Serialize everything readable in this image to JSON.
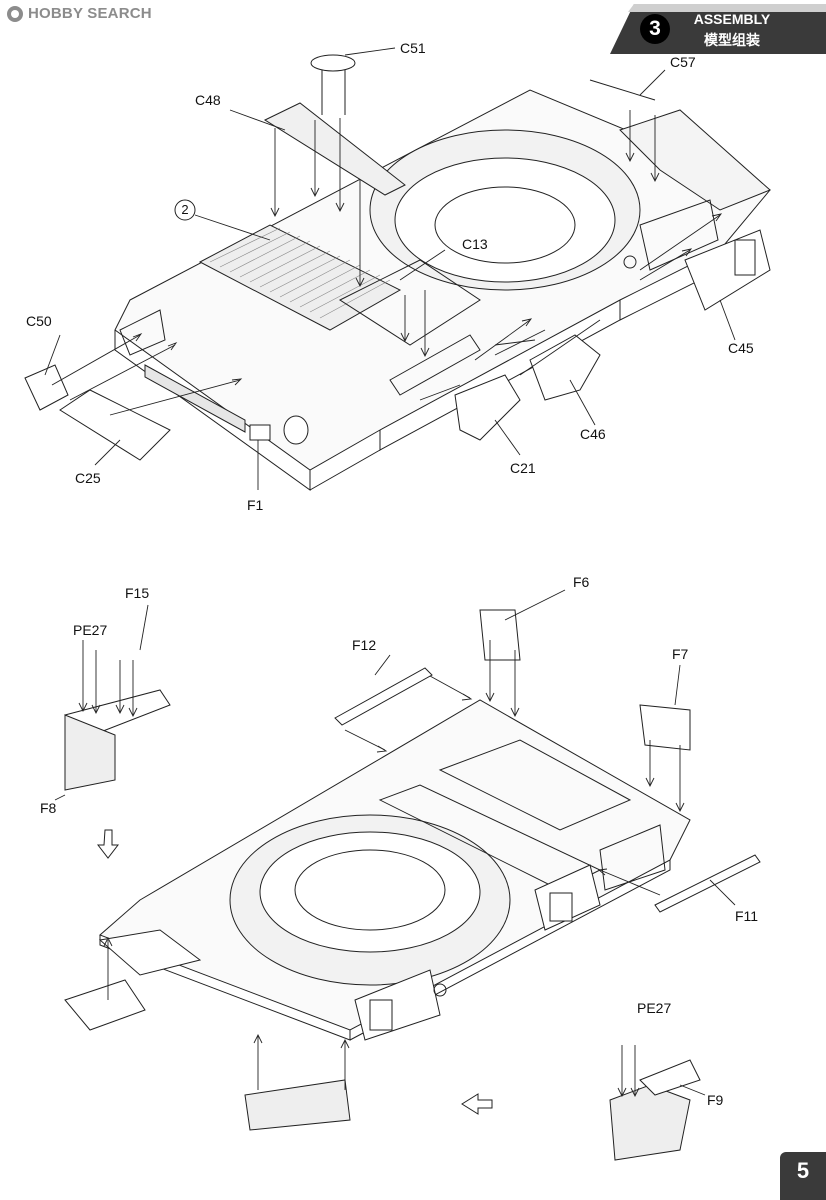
{
  "watermark": {
    "text": "HOBBY SEARCH",
    "icon": "hobbysearch-logo-icon"
  },
  "header": {
    "step": "3",
    "title_en": "ASSEMBLY",
    "title_cn": "模型组装"
  },
  "page_number": "5",
  "upper_assembly": {
    "parts": {
      "c51": "C51",
      "c48": "C48",
      "c57": "C57",
      "step_ref": "2",
      "c13": "C13",
      "c50": "C50",
      "c45": "C45",
      "c46": "C46",
      "c25": "C25",
      "c21": "C21",
      "f1": "F1"
    }
  },
  "lower_assembly": {
    "parts": {
      "f15": "F15",
      "pe27_left": "PE27",
      "f8": "F8",
      "f12": "F12",
      "f6": "F6",
      "f7": "F7",
      "f11": "F11",
      "pe27_right": "PE27",
      "f9": "F9"
    }
  }
}
